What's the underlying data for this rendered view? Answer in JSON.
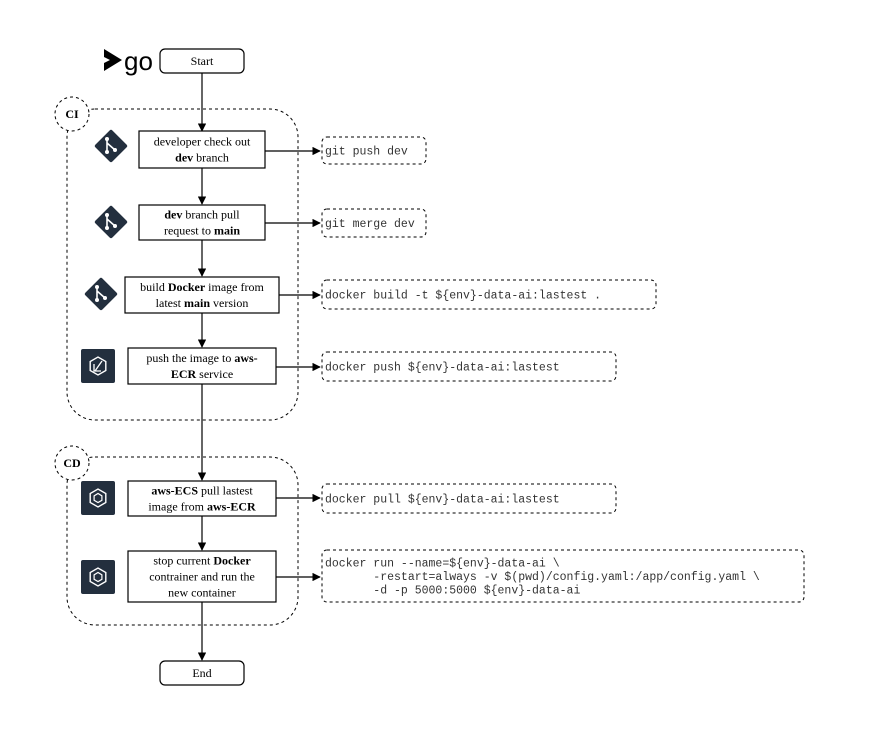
{
  "logo": {
    "text": "go"
  },
  "terminals": {
    "start": "Start",
    "end": "End"
  },
  "groups": {
    "ci": "CI",
    "cd": "CD"
  },
  "steps": [
    {
      "lines": [
        [
          {
            "t": "developer check out",
            "b": false
          }
        ],
        [
          {
            "t": "dev",
            "b": true
          },
          {
            "t": " branch",
            "b": false
          }
        ]
      ],
      "icon": "git-icon"
    },
    {
      "lines": [
        [
          {
            "t": "dev",
            "b": true
          },
          {
            "t": " branch pull",
            "b": false
          }
        ],
        [
          {
            "t": "request to ",
            "b": false
          },
          {
            "t": "main",
            "b": true
          }
        ]
      ],
      "icon": "git-icon"
    },
    {
      "lines": [
        [
          {
            "t": "build ",
            "b": false
          },
          {
            "t": "Docker",
            "b": true
          },
          {
            "t": " image from",
            "b": false
          }
        ],
        [
          {
            "t": "latest ",
            "b": false
          },
          {
            "t": "main",
            "b": true
          },
          {
            "t": " version",
            "b": false
          }
        ]
      ],
      "icon": "git-icon"
    },
    {
      "lines": [
        [
          {
            "t": "push the image to ",
            "b": false
          },
          {
            "t": "aws-",
            "b": true
          }
        ],
        [
          {
            "t": "ECR",
            "b": true
          },
          {
            "t": " service",
            "b": false
          }
        ]
      ],
      "icon": "aws-ecr-icon"
    },
    {
      "lines": [
        [
          {
            "t": "aws-ECS",
            "b": true
          },
          {
            "t": " pull lastest",
            "b": false
          }
        ],
        [
          {
            "t": "image from ",
            "b": false
          },
          {
            "t": "aws-ECR",
            "b": true
          }
        ]
      ],
      "icon": "aws-ecs-icon"
    },
    {
      "lines": [
        [
          {
            "t": "stop current ",
            "b": false
          },
          {
            "t": "Docker",
            "b": true
          }
        ],
        [
          {
            "t": "contrainer and run the",
            "b": false
          }
        ],
        [
          {
            "t": "new container",
            "b": false
          }
        ]
      ],
      "icon": "aws-ecs-icon"
    }
  ],
  "commands": [
    [
      "git push dev"
    ],
    [
      "git merge dev"
    ],
    [
      "docker build -t ${env}-data-ai:lastest ."
    ],
    [
      "docker push ${env}-data-ai:lastest"
    ],
    [
      "docker pull ${env}-data-ai:lastest"
    ],
    [
      "docker run --name=${env}-data-ai \\",
      "       -restart=always -v $(pwd)/config.yaml:/app/config.yaml \\",
      "       -d -p 5000:5000 ${env}-data-ai"
    ]
  ],
  "colors": {
    "icon_bg": "#232f3e",
    "line": "#000000"
  }
}
